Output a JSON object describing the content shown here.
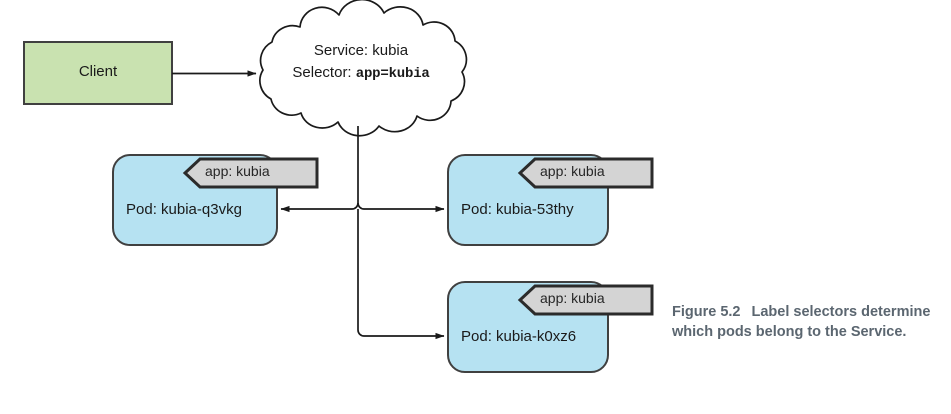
{
  "figure": {
    "caption_label": "Figure 5.2",
    "caption_text": "Label selectors determine which pods belong to the Service.",
    "caption_full": "Figure 5.2   Label selectors determine which pods belong to the Service."
  },
  "client": {
    "label": "Client",
    "fill": "#c9e2b0",
    "stroke": "#404040"
  },
  "service": {
    "line1": "Service: kubia",
    "selector_prefix": "Selector: ",
    "selector_value": "app=kubia",
    "shape": "cloud",
    "fill": "#ffffff",
    "stroke": "#1a1a1a"
  },
  "pods": [
    {
      "title": "Pod: kubia-q3vkg",
      "label_tag": "app: kubia",
      "fill": "#b6e2f2",
      "stroke": "#404040",
      "tag_fill": "#d4d4d4",
      "tag_stroke": "#2b2b2b"
    },
    {
      "title": "Pod: kubia-53thy",
      "label_tag": "app: kubia",
      "fill": "#b6e2f2",
      "stroke": "#404040",
      "tag_fill": "#d4d4d4",
      "tag_stroke": "#2b2b2b"
    },
    {
      "title": "Pod: kubia-k0xz6",
      "label_tag": "app: kubia",
      "fill": "#b6e2f2",
      "stroke": "#404040",
      "tag_fill": "#d4d4d4",
      "tag_stroke": "#2b2b2b"
    }
  ],
  "connectors": {
    "client_to_service": "arrow",
    "service_to_pods": "arrow",
    "color": "#1a1a1a"
  },
  "colors": {
    "background": "#ffffff",
    "caption": "#5b6670",
    "pod_blue": "#b6e2f2",
    "client_green": "#c9e2b0",
    "tag_gray": "#d4d4d4"
  }
}
